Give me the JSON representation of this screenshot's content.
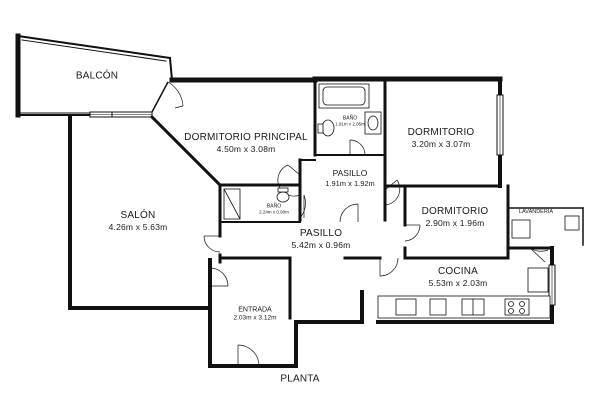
{
  "plan": {
    "caption": "PLANTA",
    "rooms": [
      {
        "id": "balcon",
        "name": "BALCÓN",
        "dims": ""
      },
      {
        "id": "dormitorio-principal",
        "name": "DORMITORIO PRINCIPAL",
        "dims": "4.50m x 3.08m"
      },
      {
        "id": "bano-1",
        "name": "BAÑO",
        "dims": "1.91m x 2.05m"
      },
      {
        "id": "dormitorio-2",
        "name": "DORMITORIO",
        "dims": "3.20m x 3.07m"
      },
      {
        "id": "pasillo-1",
        "name": "PASILLO",
        "dims": "1.91m x 1.92m"
      },
      {
        "id": "salon",
        "name": "SALÓN",
        "dims": "4.26m x 5.63m"
      },
      {
        "id": "bano-2",
        "name": "BAÑO",
        "dims": "2.24m x 0.90m"
      },
      {
        "id": "pasillo-2",
        "name": "PASILLO",
        "dims": "5.42m x 0.96m"
      },
      {
        "id": "dormitorio-3",
        "name": "DORMITORIO",
        "dims": "2.90m x 1.96m"
      },
      {
        "id": "lavanderia",
        "name": "LAVANDERÍA",
        "dims": ""
      },
      {
        "id": "cocina",
        "name": "COCINA",
        "dims": "5.53m x 2.03m"
      },
      {
        "id": "entrada",
        "name": "ENTRADA",
        "dims": "2.03m x 3.12m"
      }
    ]
  }
}
